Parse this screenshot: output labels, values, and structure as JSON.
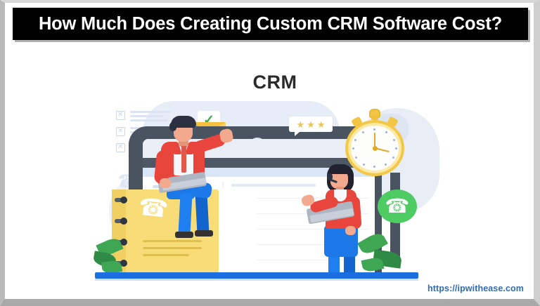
{
  "banner": {
    "title": "How Much Does Creating Custom CRM Software Cost?",
    "background_color": "#000000",
    "text_color": "#ffffff"
  },
  "heading": {
    "text": "CRM",
    "color": "#2b2b2b"
  },
  "illustration": {
    "description": "Flat vector illustration of CRM software: a large laptop with a dashboard screen, a man in a red jacket seated on the laptop edge with a notebook, a woman with a headset holding a laptop, a gold stopwatch, an email envelope with a green check, a three-star rating card, a green phone call badge and potted plant leaves.",
    "checklist": {
      "rows": 3,
      "checkbox_color": "#c9d6e8",
      "line_color": "#dbe4f0"
    },
    "envelope": {
      "name": "email-envelope",
      "body_color": "#f5c03e",
      "check_color": "#36b24a",
      "check_glyph": "✓"
    },
    "rating_card": {
      "name": "three-star-rating",
      "stars": 3,
      "star_glyph": "★",
      "star_color": "#e9c65a"
    },
    "stopwatch": {
      "name": "stopwatch",
      "ring_color": "#f3c748",
      "face_color": "#fdfdfb",
      "hand_color": "#e0a92c",
      "tick_marks": 12
    },
    "call_badge": {
      "name": "phone-call-badge",
      "background_color": "#4ecb63",
      "glyph": "☎",
      "glyph_color": "#ffffff"
    },
    "notebook": {
      "name": "yellow-notebook",
      "cover_color": "#f7dc78",
      "spine_color": "#f1d063",
      "rings": 4,
      "phone_glyph": "☎"
    },
    "phone_outline": {
      "name": "phone-outline-icon",
      "glyph": "☎",
      "color": "#dfe7f2"
    },
    "screen": {
      "header_bar_color": "#4e5864",
      "accent_bar_color": "#d9e6f7",
      "dot_red": "#e8453c",
      "dot_green": "#3fbd4f",
      "list_line_color": "#e3eaf4"
    },
    "man": {
      "name": "seated-man-character",
      "jacket_color": "#e8453c",
      "trousers_color": "#1d78e8",
      "tie_color": "#e05a4c",
      "hair_color": "#2b3140"
    },
    "woman": {
      "name": "standing-woman-character",
      "top_color": "#e8453c",
      "skirt_color": "#1d78e8",
      "hair_color": "#20232f",
      "has_headset": true
    },
    "ground": {
      "color": "#1b6fe0"
    },
    "plant": {
      "name": "plant-leaves",
      "leaf_color": "#3fa654"
    }
  },
  "watermark": {
    "text": "https://ipwithease.com",
    "color": "#2e6cb8"
  }
}
